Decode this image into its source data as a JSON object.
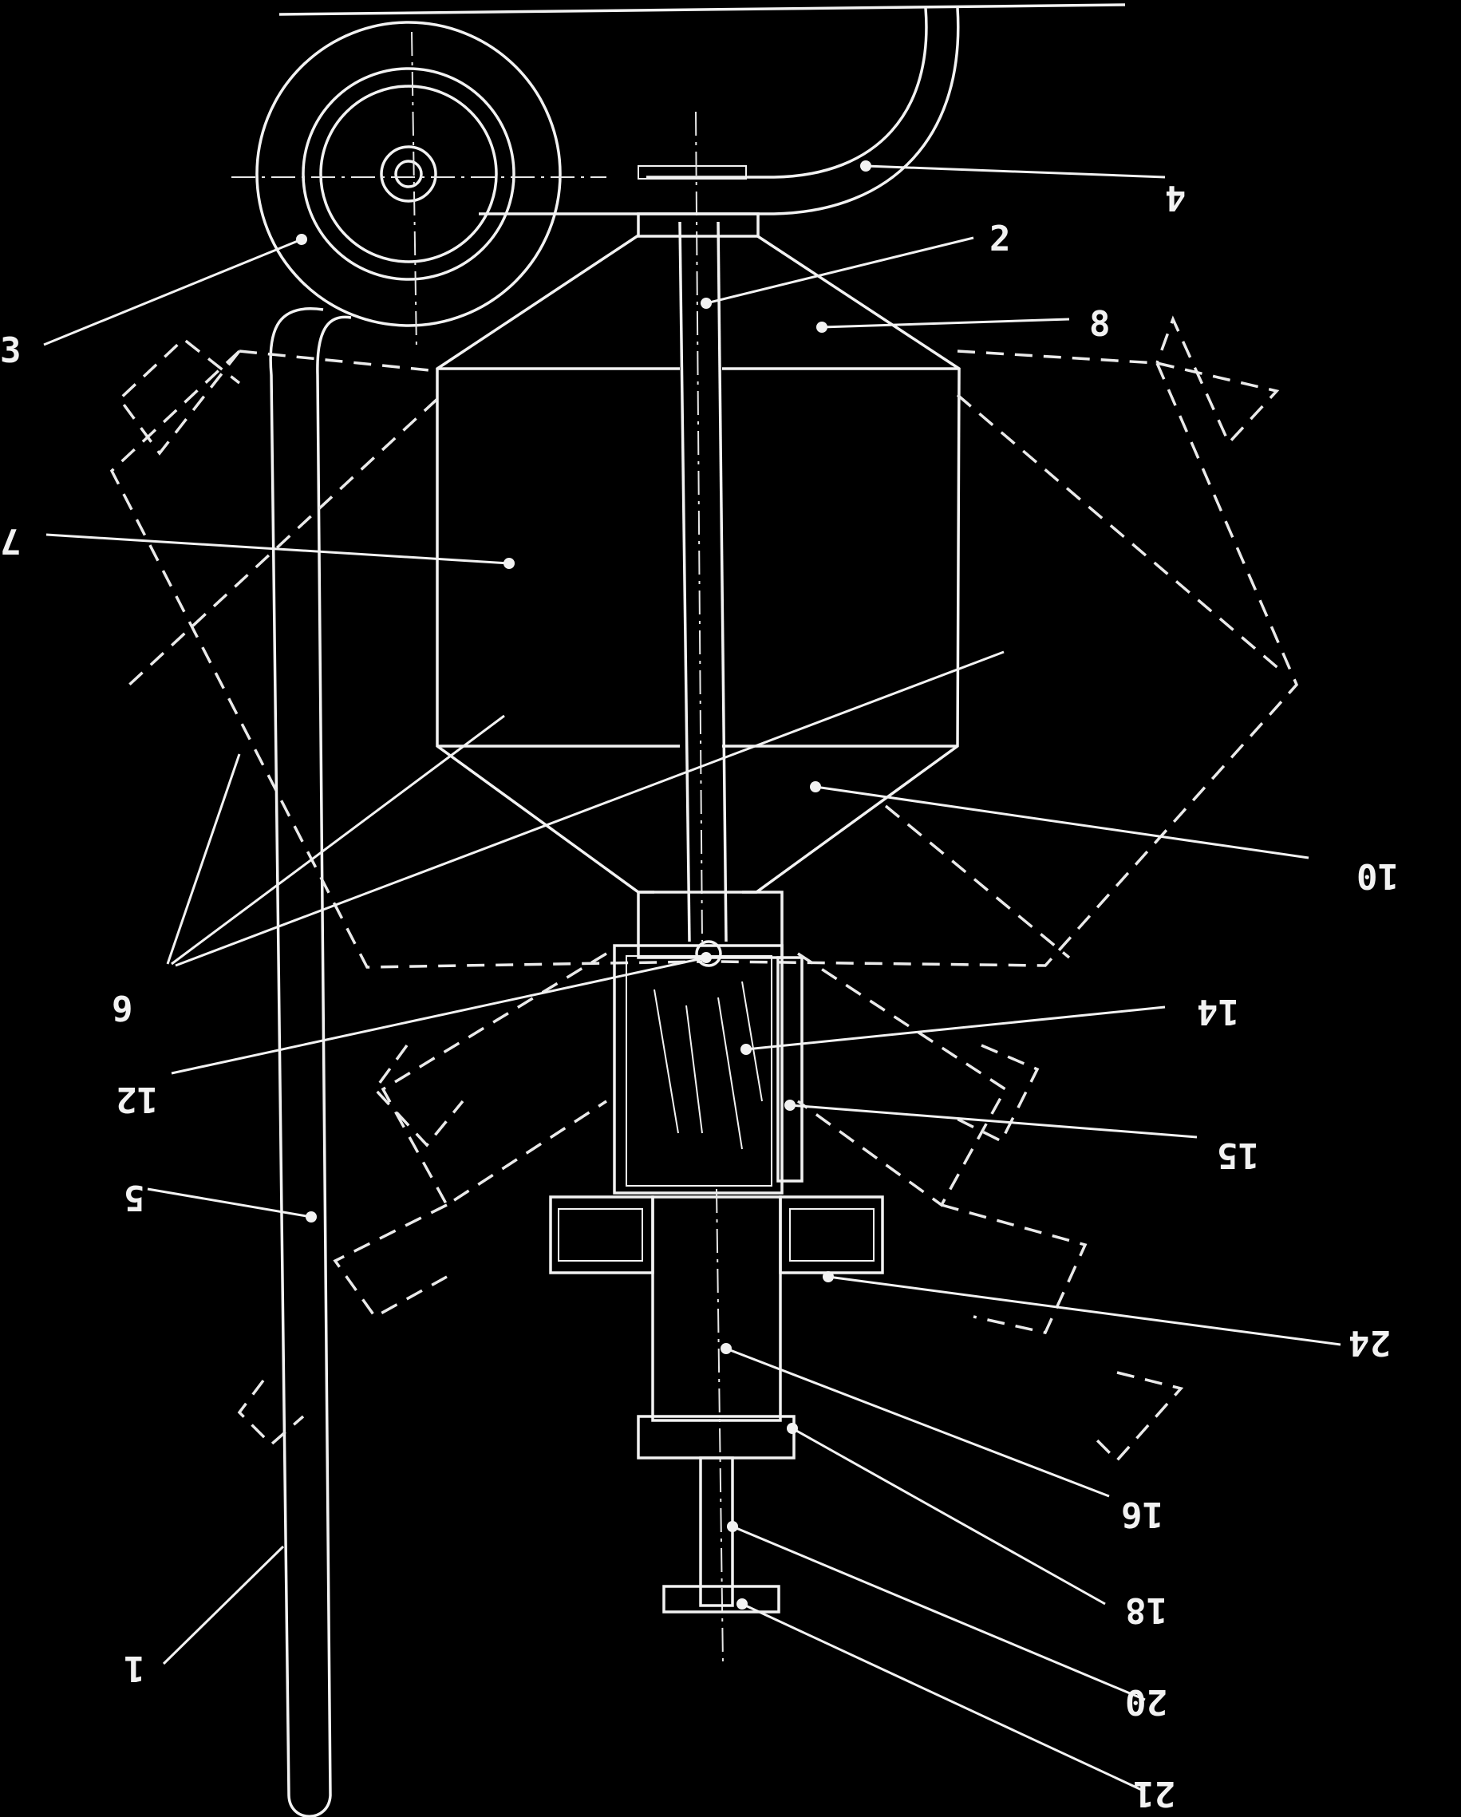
{
  "labels": [
    {
      "key": "1",
      "text": "1",
      "flipped": true
    },
    {
      "key": "2",
      "text": "2",
      "flipped": false
    },
    {
      "key": "3",
      "text": "3",
      "flipped": false
    },
    {
      "key": "4",
      "text": "4",
      "flipped": true
    },
    {
      "key": "5",
      "text": "5",
      "flipped": true
    },
    {
      "key": "6",
      "text": "6",
      "flipped": true
    },
    {
      "key": "7",
      "text": "7",
      "flipped": true
    },
    {
      "key": "8",
      "text": "8",
      "flipped": false
    },
    {
      "key": "10",
      "text": "10",
      "flipped": true
    },
    {
      "key": "12",
      "text": "12",
      "flipped": true
    },
    {
      "key": "14",
      "text": "14",
      "flipped": true
    },
    {
      "key": "15",
      "text": "15",
      "flipped": true
    },
    {
      "key": "16",
      "text": "16",
      "flipped": true
    },
    {
      "key": "18",
      "text": "18",
      "flipped": true
    },
    {
      "key": "20",
      "text": "20",
      "flipped": true
    },
    {
      "key": "21",
      "text": "21",
      "flipped": true
    },
    {
      "key": "24",
      "text": "24",
      "flipped": true
    }
  ]
}
